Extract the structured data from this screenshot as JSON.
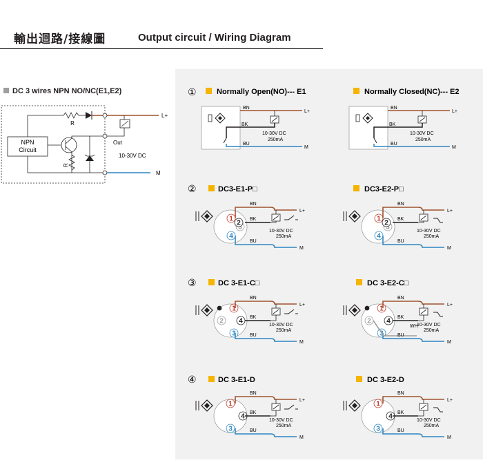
{
  "header": {
    "title_cjk": "輸出迴路/接線圖",
    "title_en": "Output circuit / Wiring Diagram"
  },
  "left": {
    "title": "DC 3 wires NPN NO/NC(E1,E2)",
    "npn_label_1": "NPN",
    "npn_label_2": "Circuit",
    "r_top": "R",
    "r_side": "R",
    "out": "Out",
    "lplus": "L+",
    "m": "M",
    "voltage": "10-30V DC"
  },
  "panels": [
    {
      "marker": "①",
      "title": "Normally Open(NO)--- E1"
    },
    {
      "title": "Normally Closed(NC)--- E2"
    },
    {
      "marker": "②",
      "title": "DC3-E1-P□"
    },
    {
      "title": "DC3-E2-P□"
    },
    {
      "marker": "③",
      "title": "DC 3-E1-C□"
    },
    {
      "title": "DC 3-E2-C□"
    },
    {
      "marker": "④",
      "title": "DC 3-E1-D"
    },
    {
      "title": "DC 3-E2-D"
    }
  ],
  "wire_labels": {
    "bn": "BN",
    "bk": "BK",
    "bu": "BU",
    "wh": "WH",
    "lplus": "L+",
    "m": "M",
    "voltage": "10-30V DC",
    "current": "250mA"
  },
  "pins": {
    "p1": "1",
    "p2": "2",
    "p3": "3",
    "p4": "4"
  },
  "colors": {
    "brown": "#a0522d",
    "blue": "#2e86c1",
    "black": "#231f20",
    "grey": "#9e9e9e",
    "yellow": "#f5b400",
    "panel_bg": "#f1f1f1"
  }
}
